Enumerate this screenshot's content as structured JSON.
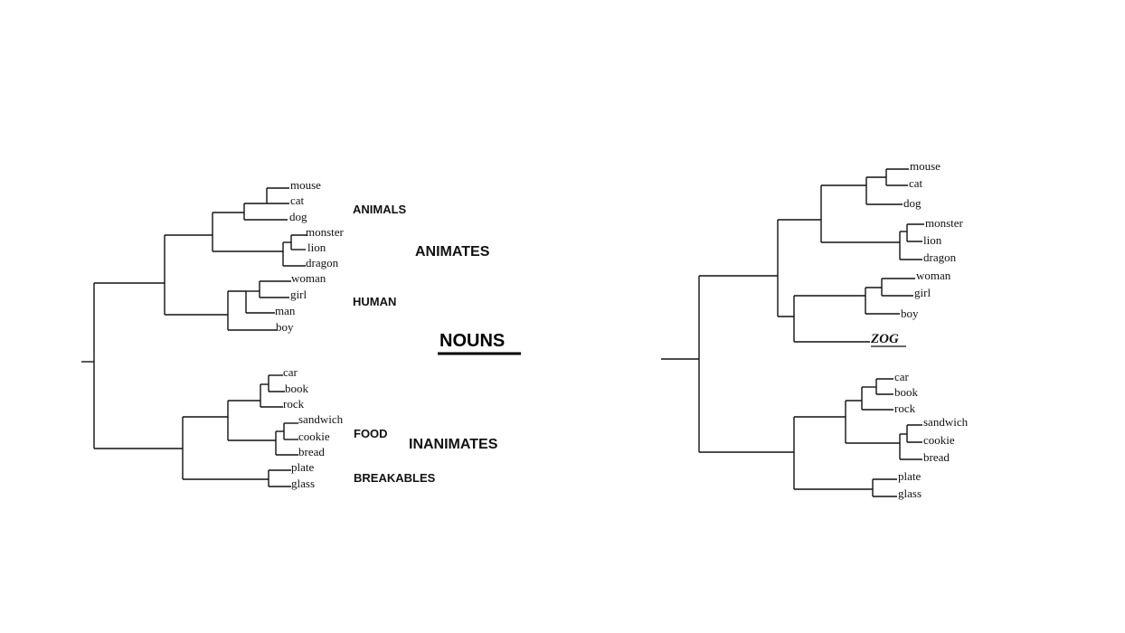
{
  "left_tree": {
    "title": "NOUNS",
    "labels": {
      "animals": "ANIMALS",
      "animates": "ANIMATES",
      "human": "HUMAN",
      "food": "FOOD",
      "inanimates": "INANIMATES",
      "breakables": "BREAKABLES"
    },
    "leaves": {
      "mouse": "mouse",
      "cat": "cat",
      "dog": "dog",
      "monster": "monster",
      "lion": "lion",
      "dragon": "dragon",
      "woman": "woman",
      "girl": "girl",
      "man": "man",
      "boy": "boy",
      "car": "car",
      "book": "book",
      "rock": "rock",
      "sandwich": "sandwich",
      "cookie": "cookie",
      "bread": "bread",
      "plate": "plate",
      "glass": "glass"
    }
  },
  "right_tree": {
    "novel_word": "ZOG",
    "leaves": {
      "mouse": "mouse",
      "cat": "cat",
      "dog": "dog",
      "monster": "monster",
      "lion": "lion",
      "dragon": "dragon",
      "woman": "woman",
      "girl": "girl",
      "boy": "boy",
      "car": "car",
      "book": "book",
      "rock": "rock",
      "sandwich": "sandwich",
      "cookie": "cookie",
      "bread": "bread",
      "plate": "plate",
      "glass": "glass"
    }
  }
}
